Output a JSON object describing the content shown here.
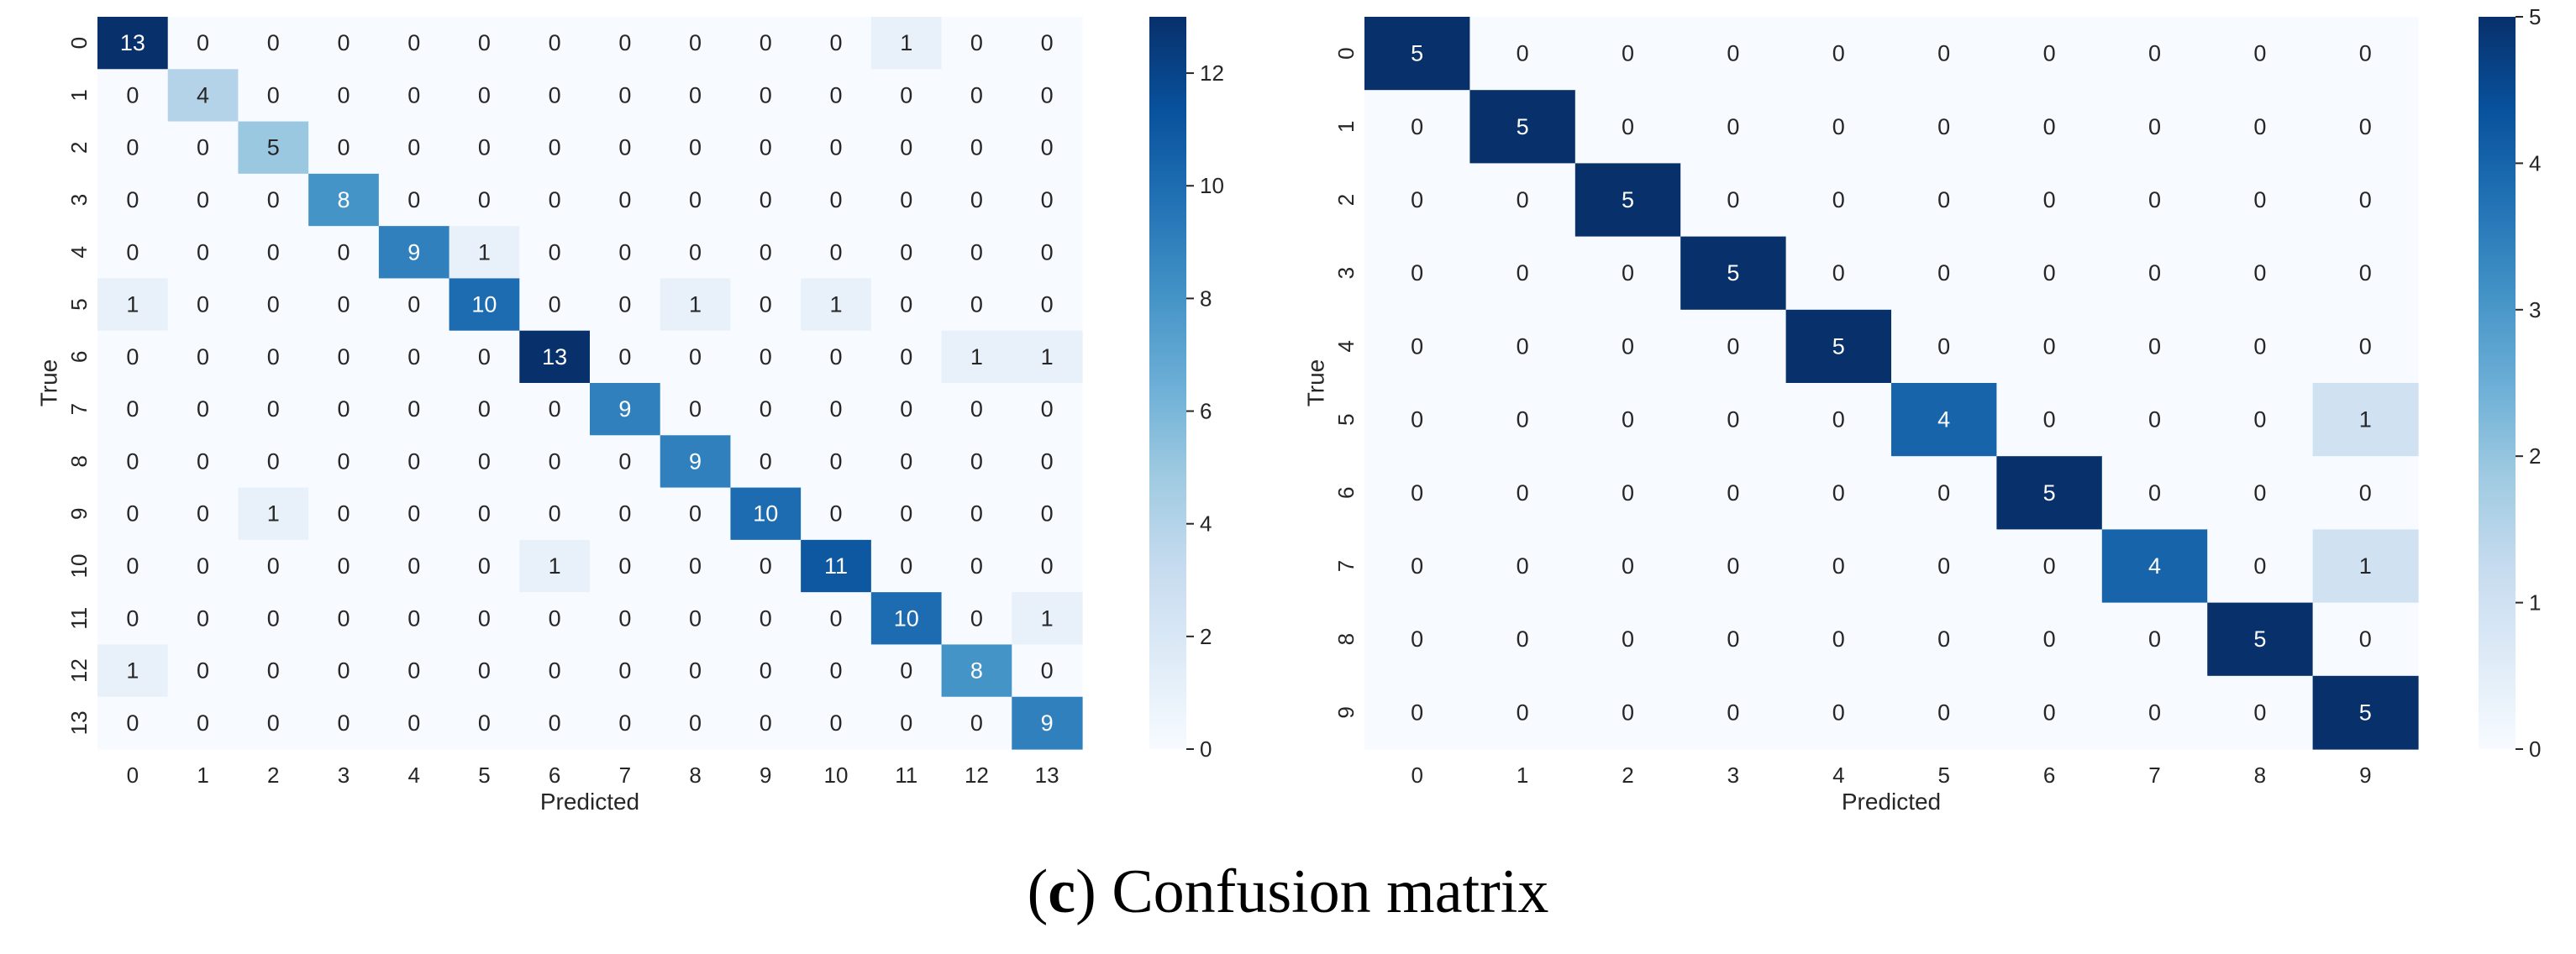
{
  "caption": {
    "letter": "c",
    "open": "(",
    "close": ")",
    "text": " Confusion matrix"
  },
  "chart_data": [
    {
      "type": "heatmap",
      "xlabel": "Predicted",
      "ylabel": "True",
      "labels": [
        "0",
        "1",
        "2",
        "3",
        "4",
        "5",
        "6",
        "7",
        "8",
        "9",
        "10",
        "11",
        "12",
        "13"
      ],
      "matrix": [
        [
          13,
          0,
          0,
          0,
          0,
          0,
          0,
          0,
          0,
          0,
          0,
          1,
          0,
          0
        ],
        [
          0,
          4,
          0,
          0,
          0,
          0,
          0,
          0,
          0,
          0,
          0,
          0,
          0,
          0
        ],
        [
          0,
          0,
          5,
          0,
          0,
          0,
          0,
          0,
          0,
          0,
          0,
          0,
          0,
          0
        ],
        [
          0,
          0,
          0,
          8,
          0,
          0,
          0,
          0,
          0,
          0,
          0,
          0,
          0,
          0
        ],
        [
          0,
          0,
          0,
          0,
          9,
          1,
          0,
          0,
          0,
          0,
          0,
          0,
          0,
          0
        ],
        [
          1,
          0,
          0,
          0,
          0,
          10,
          0,
          0,
          1,
          0,
          1,
          0,
          0,
          0
        ],
        [
          0,
          0,
          0,
          0,
          0,
          0,
          13,
          0,
          0,
          0,
          0,
          0,
          1,
          1
        ],
        [
          0,
          0,
          0,
          0,
          0,
          0,
          0,
          9,
          0,
          0,
          0,
          0,
          0,
          0
        ],
        [
          0,
          0,
          0,
          0,
          0,
          0,
          0,
          0,
          9,
          0,
          0,
          0,
          0,
          0
        ],
        [
          0,
          0,
          1,
          0,
          0,
          0,
          0,
          0,
          0,
          10,
          0,
          0,
          0,
          0
        ],
        [
          0,
          0,
          0,
          0,
          0,
          0,
          1,
          0,
          0,
          0,
          11,
          0,
          0,
          0
        ],
        [
          0,
          0,
          0,
          0,
          0,
          0,
          0,
          0,
          0,
          0,
          0,
          10,
          0,
          1
        ],
        [
          1,
          0,
          0,
          0,
          0,
          0,
          0,
          0,
          0,
          0,
          0,
          0,
          8,
          0
        ],
        [
          0,
          0,
          0,
          0,
          0,
          0,
          0,
          0,
          0,
          0,
          0,
          0,
          0,
          9
        ]
      ],
      "colormap": "Blues",
      "vmin": 0,
      "vmax": 13,
      "colorbar_ticks": [
        0,
        2,
        4,
        6,
        8,
        10,
        12
      ]
    },
    {
      "type": "heatmap",
      "xlabel": "Predicted",
      "ylabel": "True",
      "labels": [
        "0",
        "1",
        "2",
        "3",
        "4",
        "5",
        "6",
        "7",
        "8",
        "9"
      ],
      "matrix": [
        [
          5,
          0,
          0,
          0,
          0,
          0,
          0,
          0,
          0,
          0
        ],
        [
          0,
          5,
          0,
          0,
          0,
          0,
          0,
          0,
          0,
          0
        ],
        [
          0,
          0,
          5,
          0,
          0,
          0,
          0,
          0,
          0,
          0
        ],
        [
          0,
          0,
          0,
          5,
          0,
          0,
          0,
          0,
          0,
          0
        ],
        [
          0,
          0,
          0,
          0,
          5,
          0,
          0,
          0,
          0,
          0
        ],
        [
          0,
          0,
          0,
          0,
          0,
          4,
          0,
          0,
          0,
          1
        ],
        [
          0,
          0,
          0,
          0,
          0,
          0,
          5,
          0,
          0,
          0
        ],
        [
          0,
          0,
          0,
          0,
          0,
          0,
          0,
          4,
          0,
          1
        ],
        [
          0,
          0,
          0,
          0,
          0,
          0,
          0,
          0,
          5,
          0
        ],
        [
          0,
          0,
          0,
          0,
          0,
          0,
          0,
          0,
          0,
          5
        ]
      ],
      "colormap": "Blues",
      "vmin": 0,
      "vmax": 5,
      "colorbar_ticks": [
        0,
        1,
        2,
        3,
        4,
        5
      ]
    }
  ]
}
